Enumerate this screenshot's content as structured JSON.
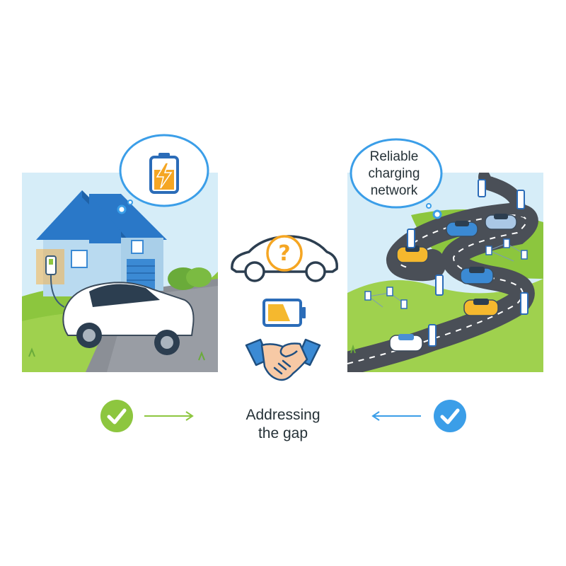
{
  "bubble": {
    "lines": [
      "Reliable",
      "charging",
      "network"
    ]
  },
  "caption": {
    "lines": [
      "Addressing",
      "the gap"
    ]
  },
  "icons": {
    "left_check": "check-circle-icon",
    "right_check": "check-circle-icon",
    "battery_bubble": "battery-charging-icon",
    "car_question": "car-question-icon",
    "battery_partial": "battery-partial-icon",
    "handshake": "handshake-icon"
  },
  "colors": {
    "green_accent": "#8dc63f",
    "blue_accent": "#3b9ee8",
    "orange_accent": "#f5a623",
    "sky": "#d4ecf7",
    "grass": "#8cc63e",
    "road": "#4a4f57"
  }
}
